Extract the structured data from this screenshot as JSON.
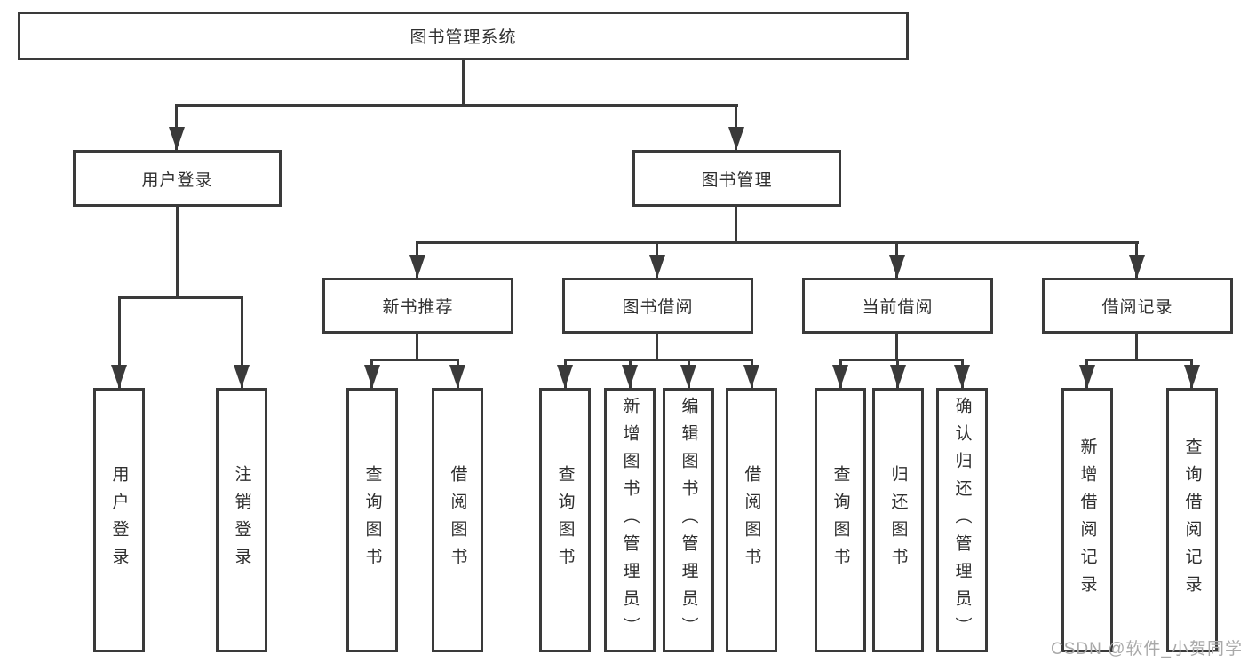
{
  "diagram": {
    "type": "hierarchy-tree",
    "root": {
      "label": "图书管理系统"
    },
    "level2": [
      {
        "label": "用户登录",
        "children": [
          {
            "label": "用户登录"
          },
          {
            "label": "注销登录"
          }
        ]
      },
      {
        "label": "图书管理",
        "children": [
          {
            "label": "新书推荐",
            "children": [
              {
                "label": "查询图书"
              },
              {
                "label": "借阅图书"
              }
            ]
          },
          {
            "label": "图书借阅",
            "children": [
              {
                "label": "查询图书"
              },
              {
                "label": "新增图书（管理员）"
              },
              {
                "label": "编辑图书（管理员）"
              },
              {
                "label": "借阅图书"
              }
            ]
          },
          {
            "label": "当前借阅",
            "children": [
              {
                "label": "查询图书"
              },
              {
                "label": "归还图书"
              },
              {
                "label": "确认归还（管理员）"
              }
            ]
          },
          {
            "label": "借阅记录",
            "children": [
              {
                "label": "新增借阅记录"
              },
              {
                "label": "查询借阅记录"
              }
            ]
          }
        ]
      }
    ],
    "watermark": "CSDN @软件_小贺同学",
    "colors": {
      "line": "#3a3a3a",
      "text": "#2f2f2f",
      "watermark": "#a9a9a9",
      "background": "#ffffff"
    }
  }
}
